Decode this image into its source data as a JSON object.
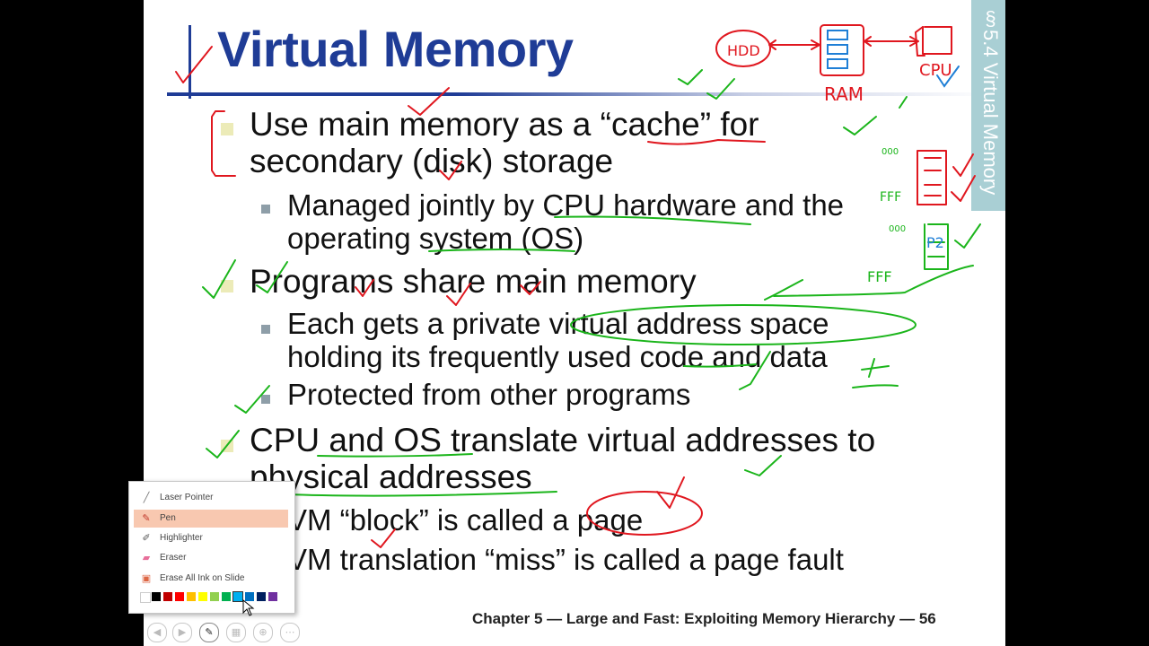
{
  "slide": {
    "title": "Virtual Memory",
    "section_tab": "§5.4 Virtual Memory",
    "bullets": [
      {
        "line1": "Use main memory as a “cache” for",
        "line2": "secondary (disk) storage"
      },
      {
        "text": "Managed jointly by CPU hardware and the",
        "line2": "operating system (OS)"
      },
      {
        "text": "Programs share main memory"
      },
      {
        "line1": "Each gets a private virtual address space",
        "line2": "holding its frequently used code and data"
      },
      {
        "text": "Protected from other programs"
      },
      {
        "line1": "CPU and OS translate virtual addresses to",
        "line2": "physical addresses"
      },
      {
        "text": "VM “block” is called a page"
      },
      {
        "text": "VM translation “miss” is called a page fault"
      }
    ],
    "footer": "Chapter 5 — Large and Fast: Exploiting Memory Hierarchy — 56"
  },
  "ink_annotations": {
    "hdd": "HDD",
    "ram": "RAM",
    "cpu": "CPU",
    "p2": "P2",
    "fff_top": "FFF",
    "fff_mid": "FFF",
    "zeros_top": "000",
    "zeros_mid": "000",
    "ink_color_red": "#e0171f",
    "ink_color_green": "#1bb51b",
    "ink_color_blue": "#1f7fd6"
  },
  "pen_menu": {
    "items": [
      {
        "label": "Laser Pointer",
        "icon": "laser-pointer-icon"
      },
      {
        "label": "Pen",
        "icon": "pen-icon",
        "selected": true
      },
      {
        "label": "Highlighter",
        "icon": "highlighter-icon"
      },
      {
        "label": "Eraser",
        "icon": "eraser-icon"
      },
      {
        "label": "Erase All Ink on Slide",
        "icon": "erase-all-icon"
      }
    ],
    "colors": [
      "#ffffff",
      "#000000",
      "#c00000",
      "#ff0000",
      "#ffc000",
      "#ffff00",
      "#92d050",
      "#00b050",
      "#00b0f0",
      "#0070c0",
      "#002060",
      "#7030a0"
    ],
    "selected_color": "#00b0f0"
  },
  "toolbar": {
    "buttons": [
      "previous-slide-button",
      "next-slide-button",
      "pen-tool-button",
      "slides-button",
      "zoom-button",
      "more-options-button"
    ]
  }
}
